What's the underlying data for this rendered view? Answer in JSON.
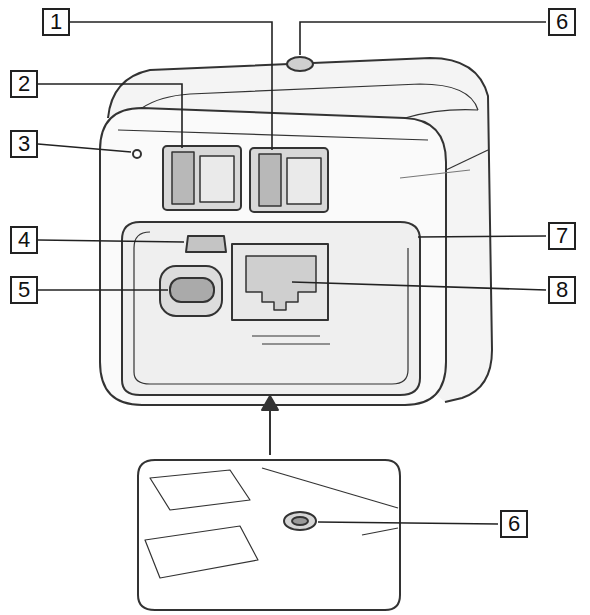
{
  "diagram": {
    "labels": [
      "1",
      "2",
      "3",
      "4",
      "5",
      "6",
      "7",
      "8",
      "6"
    ]
  }
}
